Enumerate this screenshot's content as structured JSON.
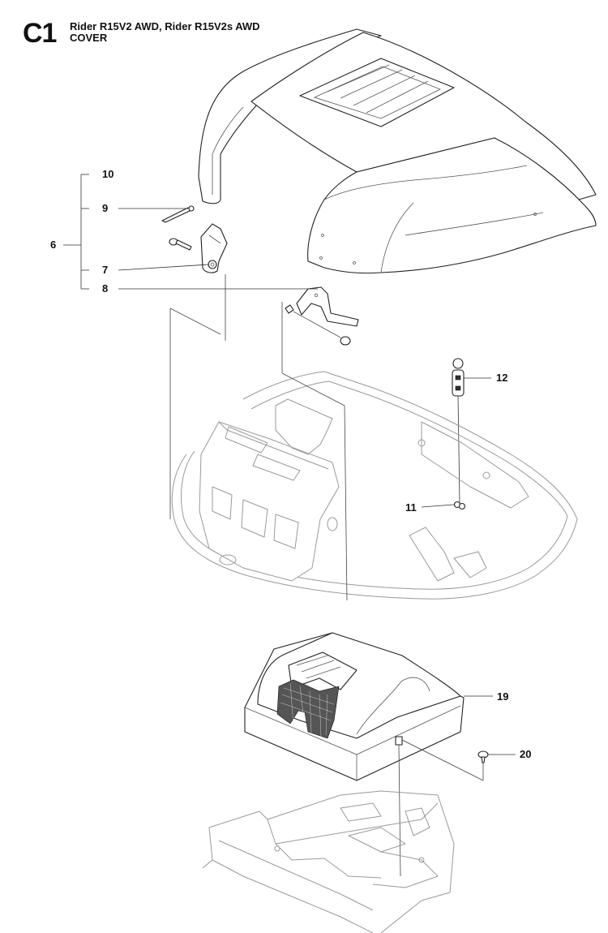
{
  "header": {
    "section_code": "C1",
    "models": "Rider R15V2 AWD, Rider R15V2s AWD",
    "section_name": "COVER"
  },
  "callouts": [
    {
      "id": "c10",
      "label": "10"
    },
    {
      "id": "c9",
      "label": "9"
    },
    {
      "id": "c6",
      "label": "6"
    },
    {
      "id": "c7",
      "label": "7"
    },
    {
      "id": "c8",
      "label": "8"
    },
    {
      "id": "c12",
      "label": "12"
    },
    {
      "id": "c11",
      "label": "11"
    },
    {
      "id": "c19",
      "label": "19"
    },
    {
      "id": "c20",
      "label": "20"
    }
  ]
}
